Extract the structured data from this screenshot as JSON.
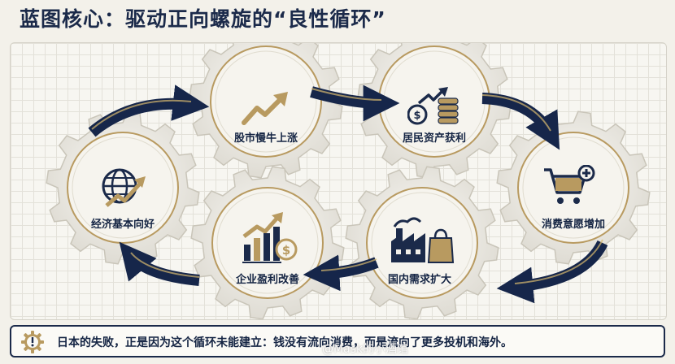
{
  "title": "蓝图核心：驱动正向螺旋的“良性循环”",
  "steps": [
    {
      "label": "经济基本向好",
      "icon": "globe-growth-icon"
    },
    {
      "label": "股市慢牛上涨",
      "icon": "trend-up-arrow-icon"
    },
    {
      "label": "居民资产获利",
      "icon": "coins-growth-icon"
    },
    {
      "label": "消费意愿增加",
      "icon": "shopping-cart-plus-icon"
    },
    {
      "label": "国内需求扩大",
      "icon": "factory-shopping-bag-icon"
    },
    {
      "label": "企业盈利改善",
      "icon": "bar-chart-dollar-icon"
    }
  ],
  "footer": {
    "text": "日本的失败，正是因为这个循环未能建立：钱没有流向消费，而是流向了更多投机和海外。",
    "icon": "gear-warning-icon"
  },
  "watermark": "@Mask的小酒馆",
  "colors": {
    "navy": "#1b2a4a",
    "gold": "#b89a60",
    "gear_fill": "#f2f0ea",
    "background": "#f3f1ea"
  }
}
